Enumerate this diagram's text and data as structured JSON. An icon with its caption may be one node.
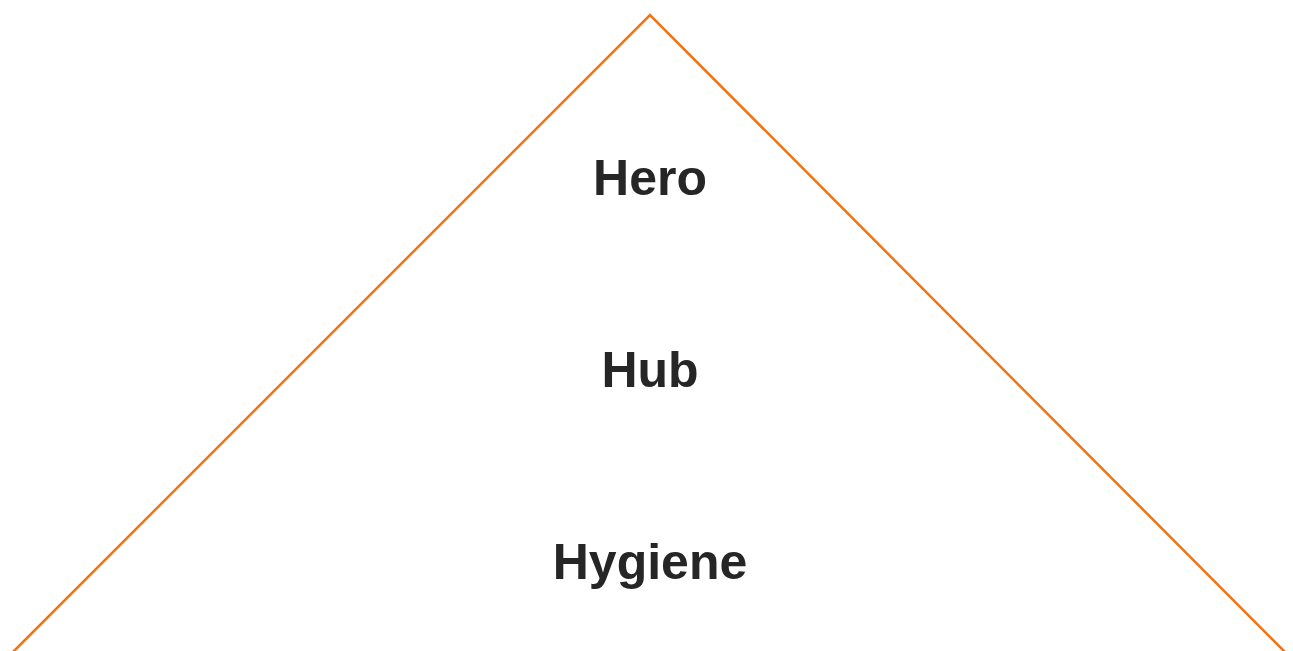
{
  "diagram": {
    "nodes": [
      {
        "text": [
          "Hero",
          "Hub",
          "Hygiene"
        ]
      }
    ]
  }
}
